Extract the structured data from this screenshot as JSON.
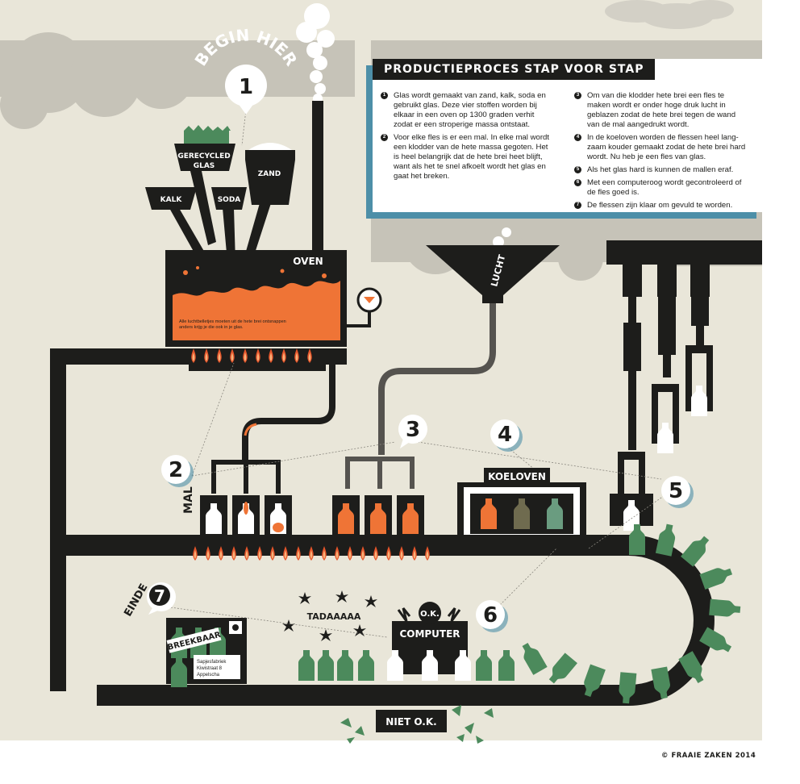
{
  "info_box": {
    "title": "PRODUCTIEPROCES STAP VOOR STAP",
    "steps": [
      {
        "n": "1",
        "text": "Glas wordt gemaakt van zand, kalk, soda en gebruikt glas. Deze vier stoffen worden bij elkaar in een oven op 1300 graden verhit zodat er een stroperige massa ontstaat."
      },
      {
        "n": "2",
        "text": "Voor elke fles is er een mal. In elke mal wordt een klodder van de hete massa gegoten. Het is heel belangrijk dat de hete brei heet blijft, want als het te snel afkoelt wordt het glas en gaat het breken."
      },
      {
        "n": "3",
        "text": "Om van die klodder hete brei een fles te maken wordt er onder hoge druk lucht in geblazen zodat de hete brei tegen de wand van de mal aangedrukt wordt."
      },
      {
        "n": "4",
        "text": "In de koeloven worden de flessen heel lang-zaam kouder gemaakt zodat de hete brei hard wordt. Nu heb je een fles van glas."
      },
      {
        "n": "5",
        "text": "Als het glas hard is kunnen de mallen eraf."
      },
      {
        "n": "6",
        "text": "Met een computeroog wordt gecontroleerd of de fles goed is."
      },
      {
        "n": "7",
        "text": "De flessen zijn klaar om gevuld te worden."
      }
    ]
  },
  "labels": {
    "begin_hier": "BEGIN HIER",
    "gerecycled": "GERECYCLED",
    "glas": "GLAS",
    "zand": "ZAND",
    "kalk": "KALK",
    "soda": "SODA",
    "oven": "OVEN",
    "oven_note": "Alle luchtbelletjes moeten uit de hete brei ontsnappen anders krijg je die ook in je glas.",
    "lucht": "LUCHT",
    "mal": "MAL",
    "koeloven": "KOELOVEN",
    "einde": "EINDE",
    "breekbaar": "BREEKBAAR",
    "address": [
      "Sapjesfabriek",
      "Kiwistraat 8",
      "Appelscha"
    ],
    "tadaaaaa": "TADAAAAA",
    "ok": "O.K.",
    "computer": "COMPUTER",
    "niet_ok": "NIET O.K.",
    "copyright": "© FRAAIE ZAKEN 2014"
  },
  "markers": [
    "1",
    "2",
    "3",
    "4",
    "5",
    "6",
    "7"
  ],
  "colors": {
    "background": "#e9e6d9",
    "cloud": "#c6c3b8",
    "dark": "#1d1d1b",
    "molten": "#ef7436",
    "glass_green": "#4c8a5c",
    "accent_blue": "#4d8fa8",
    "flame": "#e6552a"
  }
}
